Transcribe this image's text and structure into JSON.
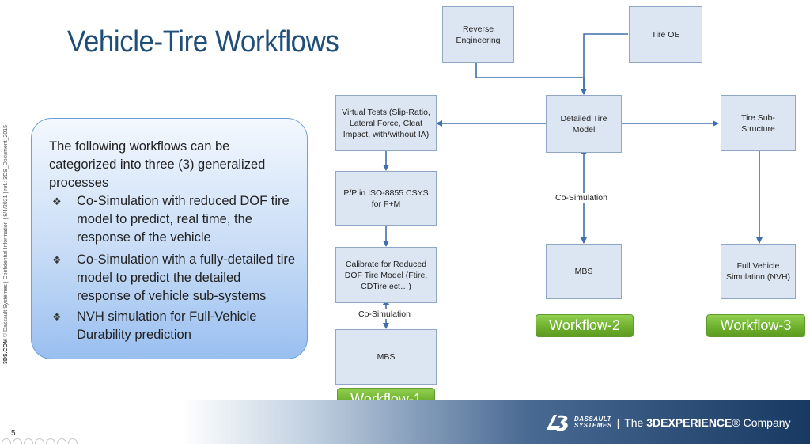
{
  "title": "Vehicle-Tire Workflows",
  "side_note": {
    "brand": "3DS.COM",
    "text": "© Dassault Systèmes | Confidential Information | 8/4/2021 | ref.: 3DS_Document_2015"
  },
  "intro": "The following workflows can be categorized into three (3) generalized processes",
  "bullet_symbol": "❖",
  "bullets": [
    "Co-Simulation with reduced DOF tire model to predict, real time, the response of the vehicle",
    "Co-Simulation with a fully-detailed tire model to predict the detailed response of vehicle sub-systems",
    "NVH simulation for Full-Vehicle Durability prediction"
  ],
  "nodes": {
    "reverse_engineering": "Reverse Engineering",
    "tire_oe": "Tire OE",
    "virtual_tests": "Virtual Tests (Slip-Ratio, Lateral Force, Cleat Impact, with/without IA)",
    "detailed_tire_model": "Detailed Tire Model",
    "tire_sub_structure": "Tire Sub-Structure",
    "pp_iso": "P/P in ISO-8855 CSYS for F+M",
    "calibrate": "Calibrate for Reduced DOF Tire Model (Ftire, CDTire ect…)",
    "mbs_1": "MBS",
    "mbs_2": "MBS",
    "full_vehicle": "Full Vehicle Simulation (NVH)"
  },
  "edge_labels": {
    "cosim_1": "Co-Simulation",
    "cosim_2": "Co-Simulation"
  },
  "workflows": [
    "Workflow-1",
    "Workflow-2",
    "Workflow-3"
  ],
  "footer": {
    "brand_line1": "DASSAULT",
    "brand_line2": "SYSTEMES",
    "separator": "|",
    "tagline_prefix": "The ",
    "tagline_bold": "3DEXPERIENCE",
    "tagline_suffix": "® Company",
    "page_number": "5"
  },
  "colors": {
    "title": "#1f4e79",
    "node_fill": "#dce6f2",
    "node_border": "#8fa6c6",
    "arrow": "#3f6fad",
    "workflow_green": "#6cae2c",
    "footer_navy": "#173962"
  }
}
